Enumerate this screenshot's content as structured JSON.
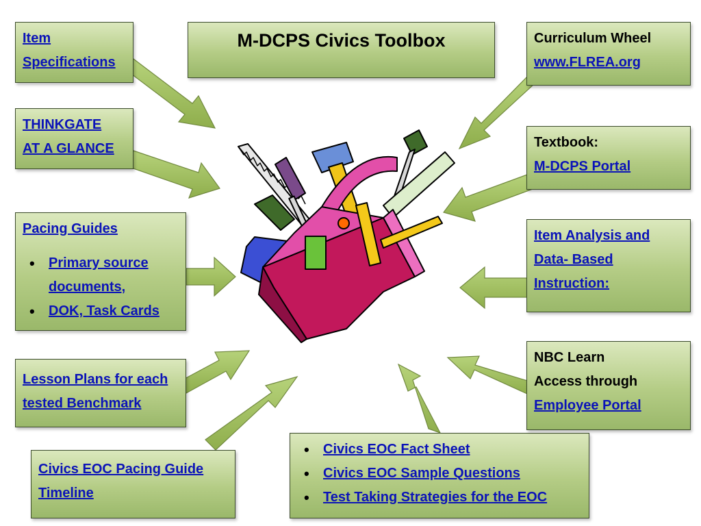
{
  "title": "M-DCPS Civics Toolbox",
  "item_spec": {
    "lines": [
      "Item",
      "Specifications"
    ]
  },
  "thinkgate": {
    "lines": [
      "THINKGATE",
      "AT A GLANCE"
    ]
  },
  "pacing": {
    "heading": "Pacing Guides",
    "bullets": [
      [
        "Primary source",
        "documents,"
      ],
      [
        "DOK, Task Cards"
      ]
    ]
  },
  "lesson_plans": {
    "lines": [
      "Lesson Plans for each",
      "tested Benchmark"
    ]
  },
  "eoc_timeline": {
    "lines": [
      "Civics EOC Pacing Guide",
      "Timeline"
    ]
  },
  "eoc_list": {
    "items": [
      "Civics EOC Fact Sheet",
      "Civics EOC Sample Questions",
      "Test Taking Strategies for the EOC"
    ]
  },
  "curriculum": {
    "label": "Curriculum Wheel",
    "link": "www.FLREA.org"
  },
  "textbook": {
    "label": "Textbook:",
    "link": "M-DCPS Portal"
  },
  "item_analysis": {
    "lines": [
      "Item Analysis and",
      "Data- Based",
      "Instruction:"
    ]
  },
  "nbc": {
    "lines": [
      "NBC Learn",
      "Access through"
    ],
    "link": "Employee Portal"
  },
  "colors": {
    "arrow": "#9bbb59",
    "arrow_edge": "#71893f",
    "link": "#0b13b8",
    "box_border": "#3a4a2a"
  },
  "icons": [
    "toolbox-illustration"
  ]
}
